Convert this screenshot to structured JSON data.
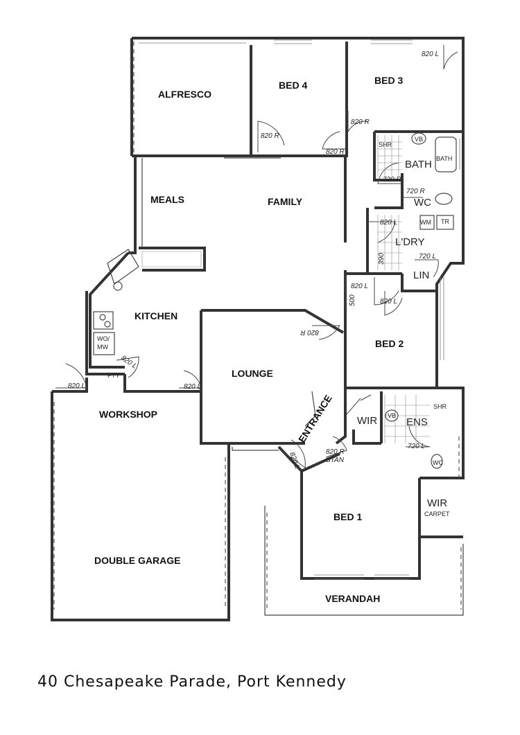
{
  "rooms": {
    "alfresco": "ALFRESCO",
    "bed4": "BED 4",
    "bed3": "BED 3",
    "bath": "BATH",
    "bath_small": "BATH",
    "shr_main": "SHR",
    "vb_main": "VB",
    "meals": "MEALS",
    "family": "FAMILY",
    "wc": "WC",
    "wm": "WM",
    "tr": "TR",
    "ldry": "L'DRY",
    "lin": "LIN",
    "kitchen": "KITCHEN",
    "wo_mw": "WO/\nMW",
    "pty": "PTY",
    "bed2": "BED 2",
    "lounge": "LOUNGE",
    "workshop": "WORKSHOP",
    "entrance": "ENTRANCE",
    "wir1": "WIR",
    "ens": "ENS",
    "vb_ens": "VB",
    "shr_ens": "SHR",
    "wc_ens": "WC",
    "wir2": "WIR",
    "carpet": "CARPET",
    "bed1": "BED 1",
    "double_garage": "DOUBLE GARAGE",
    "verandah": "VERANDAH"
  },
  "doors": {
    "d_820L_bed3": "820 L",
    "d_820R_bed4": "820 R",
    "d_820R_family": "820 R",
    "d_820R_bed3": "820 R",
    "d_720R_bath": "720 R",
    "d_720R_wc": "720 R",
    "d_820L_ldry": "820 L",
    "d_720L_ldry": "720 L",
    "d_390": "390",
    "d_820L_hall": "820 L",
    "d_820L_bed2": "820 L",
    "d_500": "500",
    "d_820R_lounge": "820 R",
    "d_820L_pty": "820 L",
    "d_820L_workshop": "820 L",
    "d_820L_kitchen": "820 L",
    "d_820L_entrance": "820 L",
    "d_820R_stan": "820 R",
    "stan": "STAN",
    "d_720L_ens": "720 L"
  },
  "caption": "40 Chesapeake Parade, Port Kennedy"
}
